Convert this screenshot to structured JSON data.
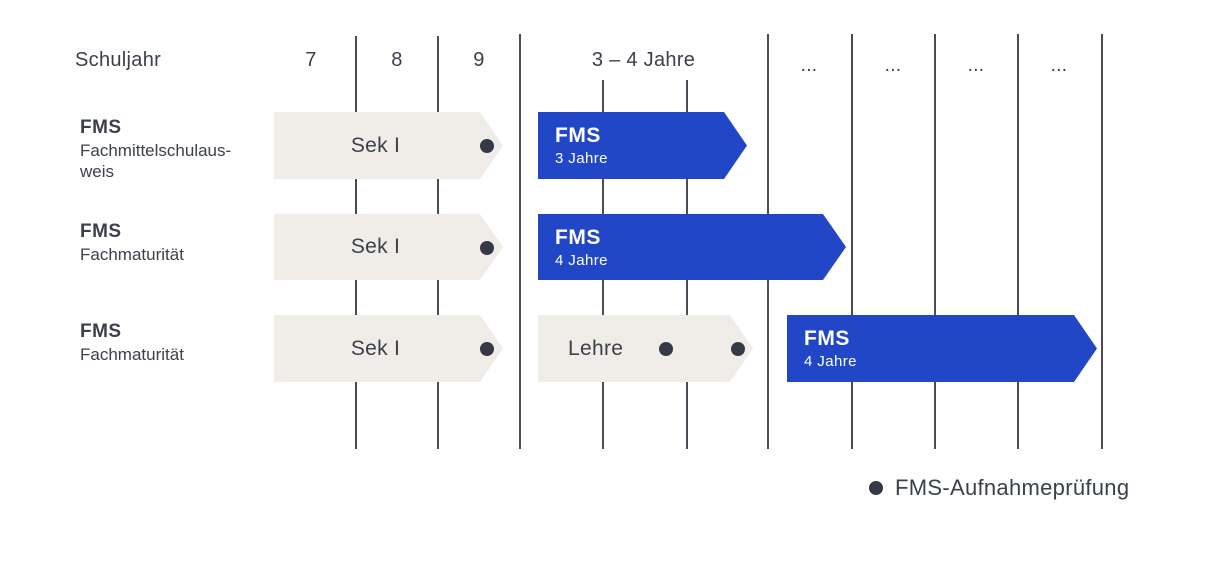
{
  "header": {
    "axis_label": "Schuljahr",
    "year_columns": [
      "7",
      "8",
      "9"
    ],
    "duration_label": "3 – 4 Jahre",
    "ellipsis_columns": [
      "...",
      "...",
      "...",
      "..."
    ]
  },
  "rows": [
    {
      "title": "FMS",
      "subtitle_lines": [
        "Fachmittelschulaus-",
        "weis"
      ],
      "sek_label": "Sek I",
      "fms_title": "FMS",
      "fms_duration": "3 Jahre"
    },
    {
      "title": "FMS",
      "subtitle_lines": [
        "Fachmaturität"
      ],
      "sek_label": "Sek I",
      "fms_title": "FMS",
      "fms_duration": "4 Jahre"
    },
    {
      "title": "FMS",
      "subtitle_lines": [
        "Fachmaturität"
      ],
      "sek_label": "Sek I",
      "lehre_label": "Lehre",
      "fms_title": "FMS",
      "fms_duration": "4 Jahre"
    }
  ],
  "legend": {
    "label": "FMS-Aufnahmeprüfung"
  },
  "colors": {
    "accent-blue": "#2247c6",
    "track-beige": "#f0ede8",
    "text-dark": "#3b404b",
    "gridline": "#4a4d55",
    "marker-dot": "#343946"
  }
}
